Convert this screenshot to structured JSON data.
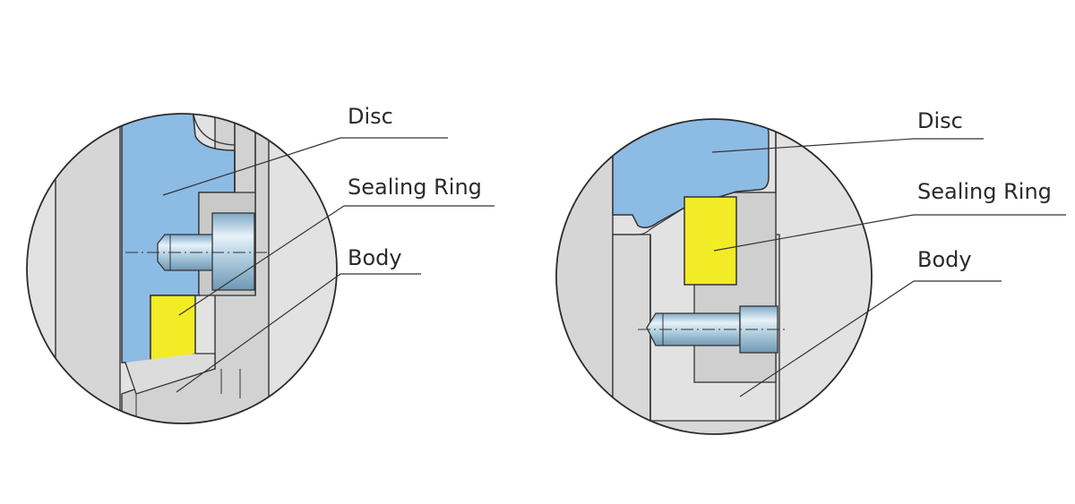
{
  "diagrams": [
    {
      "labels": {
        "disc": "Disc",
        "sealing_ring": "Sealing Ring",
        "body": "Body"
      }
    },
    {
      "labels": {
        "disc": "Disc",
        "sealing_ring": "Sealing Ring",
        "body": "Body"
      }
    }
  ],
  "colors": {
    "background": "#ffffff",
    "circle_fill": "#e2e2e2",
    "body_gray": "#d4d4d4",
    "disc_blue": "#8cbbe4",
    "sealing_ring_yellow": "#f2ec27",
    "bolt_steel": "#b7d3e4",
    "outline": "#333333"
  }
}
